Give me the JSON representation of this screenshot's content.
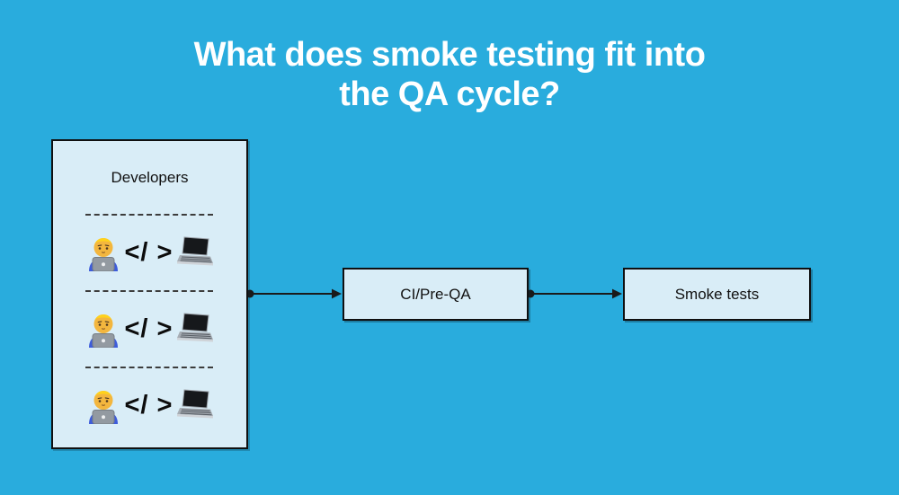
{
  "title": {
    "line1": "What does smoke testing fit into",
    "line2": "the QA cycle?"
  },
  "colors": {
    "background": "#29ACDD",
    "node_fill": "#D9EDF7",
    "node_border": "#101010",
    "title_text": "#FFFFFF",
    "label_text": "#111111",
    "connector": "#1A1A1A",
    "divider": "#3C3C3C"
  },
  "developers": {
    "label": "Developers",
    "rows": [
      {
        "left_icon": "technologist-emoji",
        "code": "</ >",
        "right_icon": "laptop-emoji"
      },
      {
        "left_icon": "technologist-emoji",
        "code": "</ >",
        "right_icon": "laptop-emoji"
      },
      {
        "left_icon": "technologist-emoji",
        "code": "</ >",
        "right_icon": "laptop-emoji"
      }
    ]
  },
  "nodes": {
    "ci": {
      "label": "CI/Pre-QA"
    },
    "smoke": {
      "label": "Smoke tests"
    }
  },
  "connectors": [
    {
      "from": "developers",
      "to": "ci"
    },
    {
      "from": "ci",
      "to": "smoke"
    }
  ]
}
